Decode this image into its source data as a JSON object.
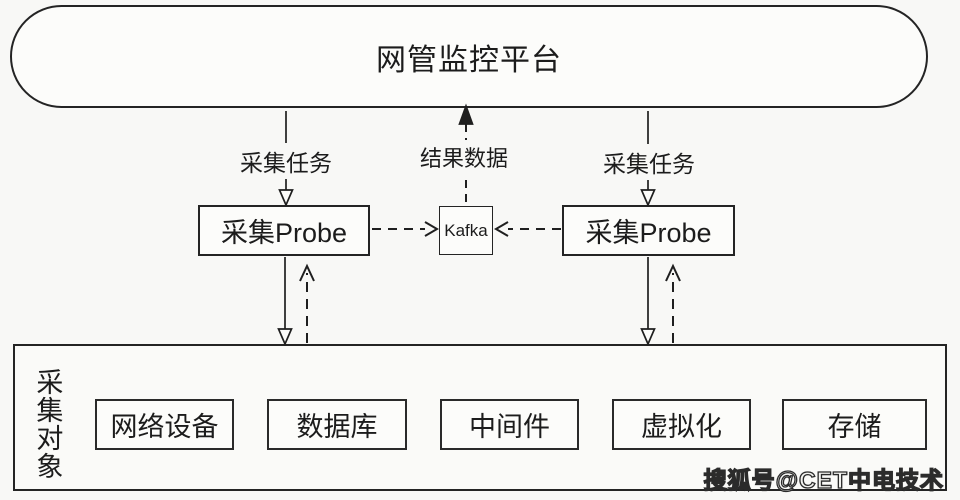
{
  "colors": {
    "ink": "#1c1c1c",
    "paper": "#f8f8f6"
  },
  "platform": {
    "label": "网管监控平台"
  },
  "flows": {
    "task_left": "采集任务",
    "result": "结果数据",
    "task_right": "采集任务"
  },
  "probes": {
    "left": "采集Probe",
    "right": "采集Probe"
  },
  "broker": {
    "label": "Kafka"
  },
  "targets": {
    "label": "采集对象",
    "items": [
      "网络设备",
      "数据库",
      "中间件",
      "虚拟化",
      "存储"
    ]
  },
  "watermark": {
    "label": "搜狐号@CET中电技术"
  }
}
